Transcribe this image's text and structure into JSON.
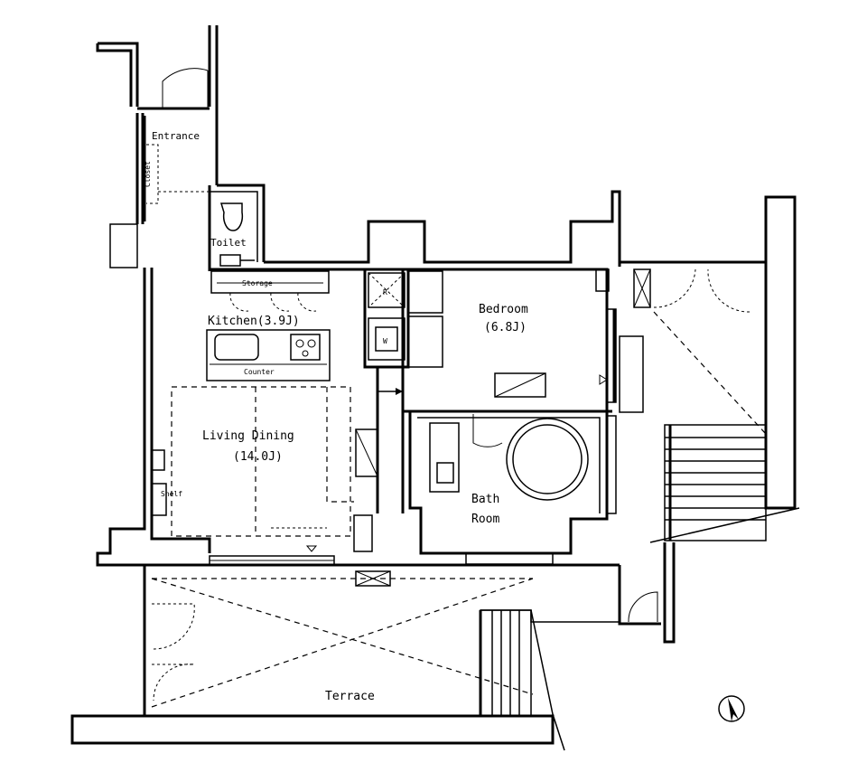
{
  "rooms": {
    "entrance": "Entrance",
    "toilet": "Toilet",
    "kitchen": "Kitchen(3.9J)",
    "living_line1": "Living Dining",
    "living_line2": "(14.0J)",
    "bedroom_line1": "Bedroom",
    "bedroom_line2": "(6.8J)",
    "bath_line1": "Bath",
    "bath_line2": "Room",
    "terrace": "Terrace"
  },
  "fixtures": {
    "closet": "Closet",
    "kitchen_storage": "Storage",
    "kitchen_counter": "Counter",
    "shelf": "Shelf",
    "refrigerator": "R",
    "washer": "W"
  }
}
